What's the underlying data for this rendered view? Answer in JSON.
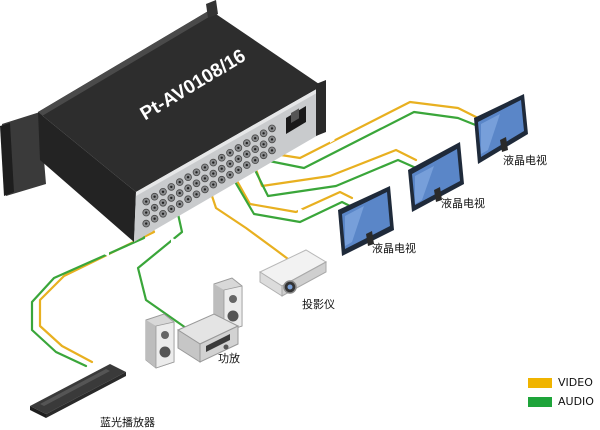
{
  "device": {
    "model": "Pt-AV0108/16"
  },
  "labels": {
    "tv_1": "液晶电视",
    "tv_2": "液晶电视",
    "tv_3": "液晶电视",
    "projector": "投影仪",
    "amplifier": "功放",
    "bluray": "蓝光播放器"
  },
  "legend": [
    {
      "name": "VIDEO",
      "color": "#f0b400"
    },
    {
      "name": "AUDIO",
      "color": "#1ea43a"
    }
  ],
  "colors": {
    "video": "#e8b020",
    "audio": "#3aa63a",
    "chassis": "#2b2b2b"
  }
}
